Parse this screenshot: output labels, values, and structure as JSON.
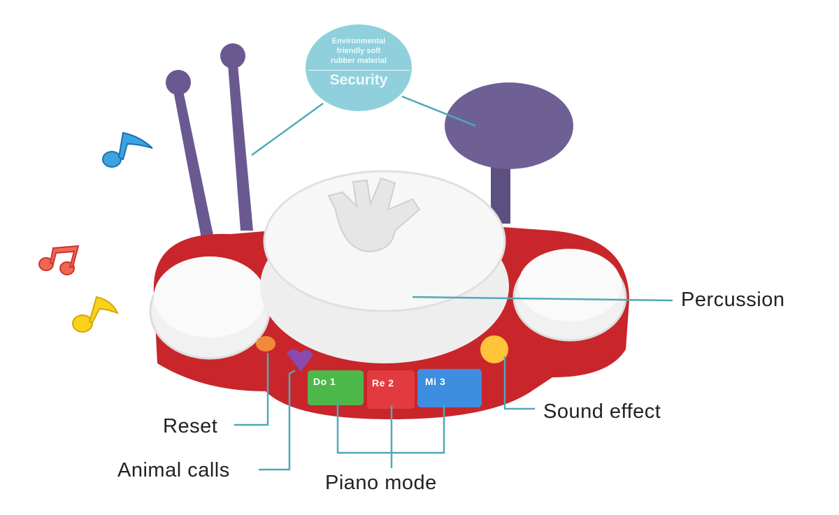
{
  "bubble": {
    "lines": [
      "Environmental",
      "friendly soft",
      "rubber material"
    ],
    "title": "Security"
  },
  "labels": {
    "percussion": "Percussion",
    "sound_effect": "Sound effect",
    "reset": "Reset",
    "animal_calls": "Animal calls",
    "piano_mode": "Piano mode"
  },
  "keys": [
    "Do 1",
    "Re 2",
    "Mi 3"
  ],
  "colors": {
    "bubble": "#8fd0dc",
    "leader": "#4fa9b8",
    "base": "#c8262b",
    "stick": "#6a5890",
    "drum": "#f1f1f1"
  }
}
